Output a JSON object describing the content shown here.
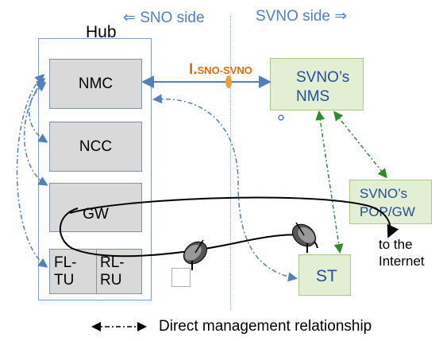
{
  "hub": {
    "title": "Hub"
  },
  "sides": {
    "sno": "SNO side",
    "svno": "SVNO side"
  },
  "components": {
    "nmc": "NMC",
    "ncc": "NCC",
    "gw": "GW",
    "fl_tu": "FL-TU",
    "rl_ru": "RL-RU"
  },
  "svno": {
    "nms_line1": "SVNO’s",
    "nms_line2": "NMS",
    "pop_line1": "SVNO’s",
    "pop_line2": "POP/GW",
    "st": "ST"
  },
  "interface": {
    "prefix": "I.",
    "name": "SNO-SVNO"
  },
  "internet": {
    "line1": "to the",
    "line2": "Internet"
  },
  "legend": {
    "text": "Direct management relationship"
  },
  "colors": {
    "blue": "#4f81bd",
    "orange": "#e36c0a",
    "green": "#2e8b2e",
    "grey_box": "#d9d9d9",
    "green_box": "#e2efd2"
  },
  "icons": [
    "satellite-dish-icon",
    "satellite-dish-icon",
    "double-arrow-icon"
  ]
}
